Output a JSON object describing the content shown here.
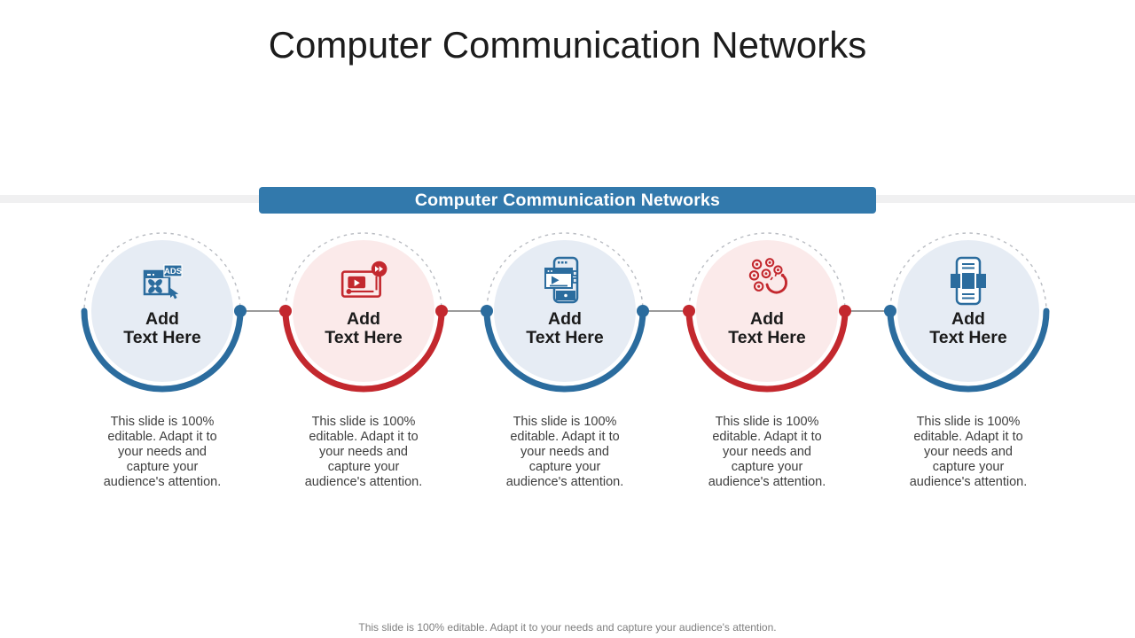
{
  "slide": {
    "title": "Computer Communication Networks",
    "banner_title": "Computer Communication Networks",
    "footer": "This slide is 100% editable. Adapt it to your needs and capture your audience's attention."
  },
  "colors": {
    "banner_blue": "#3279ac",
    "arc_blue": "#2b6c9e",
    "arc_red": "#c3282e",
    "fill_blue": "#e6ecf4",
    "fill_red": "#fbeaea",
    "band_gray": "#f0f0f1",
    "text_dark": "#1b1b1b",
    "text_gray": "#3e3e3e"
  },
  "items": [
    {
      "label_line1": "Add",
      "label_line2": "Text Here",
      "icon": "ads-browser-icon",
      "color": "blue",
      "description": "This slide is 100% editable. Adapt it to your needs and capture your audience's attention."
    },
    {
      "label_line1": "Add",
      "label_line2": "Text Here",
      "icon": "video-forward-icon",
      "color": "red",
      "description": "This slide is 100% editable. Adapt it to your needs and capture your audience's attention."
    },
    {
      "label_line1": "Add",
      "label_line2": "Text Here",
      "icon": "mobile-video-icon",
      "color": "blue",
      "description": "This slide is 100% editable. Adapt it to your needs and capture your audience's attention."
    },
    {
      "label_line1": "Add",
      "label_line2": "Text Here",
      "icon": "engagement-hook-icon",
      "color": "red",
      "description": "This slide is 100% editable. Adapt it to your needs and capture your audience's attention."
    },
    {
      "label_line1": "Add",
      "label_line2": "Text Here",
      "icon": "mobile-carousel-icon",
      "color": "blue",
      "description": "This slide is 100% editable. Adapt it to your needs and capture your audience's attention."
    }
  ]
}
